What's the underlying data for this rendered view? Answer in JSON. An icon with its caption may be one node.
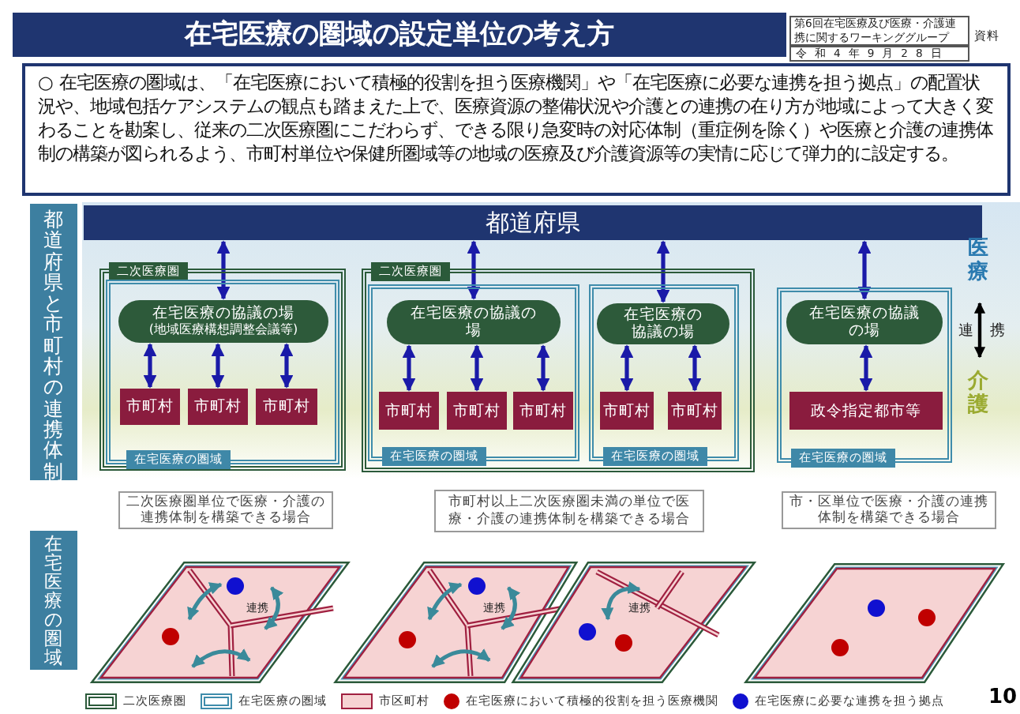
{
  "diagram": {
    "title": "在宅医療の圏域の設定単位の考え方",
    "nodes": [
      {
        "text": [
          "都道府県"
        ]
      },
      {
        "text": [
          "二次医療圏"
        ]
      },
      {
        "text": [
          "在宅医療の圏域"
        ],
        "in": 1
      },
      {
        "text": [
          "在宅医療の協議の場",
          "(地域医療構想調整会議等)"
        ],
        "in": 2
      },
      {
        "text": [
          "市町村"
        ],
        "in": 2
      },
      {
        "text": [
          "市町村"
        ],
        "in": 2
      },
      {
        "text": [
          "市町村"
        ],
        "in": 2
      },
      {
        "text": [
          "二次医療圏"
        ]
      },
      {
        "text": [
          "在宅医療の圏域"
        ],
        "in": 7
      },
      {
        "text": [
          "在宅医療の協議の場"
        ],
        "in": 8
      },
      {
        "text": [
          "市町村"
        ],
        "in": 8
      },
      {
        "text": [
          "市町村"
        ],
        "in": 8
      },
      {
        "text": [
          "市町村"
        ],
        "in": 8
      },
      {
        "text": [
          "在宅医療の圏域"
        ],
        "in": 7
      },
      {
        "text": [
          "在宅医療の協議の場"
        ],
        "in": 13
      },
      {
        "text": [
          "市町村"
        ],
        "in": 13
      },
      {
        "text": [
          "市町村"
        ],
        "in": 13
      },
      {
        "text": [
          "在宅医療の圏域"
        ]
      },
      {
        "text": [
          "在宅医療の協議の場"
        ],
        "in": 17
      },
      {
        "text": [
          "政令指定都市等"
        ],
        "in": 17
      },
      {
        "text": [
          "○ 在宅医療の圏域は、「在宅医療において積極的役割を担う医療機関」や「在宅医療に必要な連携を担う拠点」の配置状況や、地域包括ケアシステムの観点も踏まえた上で、医療資源の整備状況や介護との連携の在り方が地域によって大きく変わることを勘案し、従来の二次医療圏にこだわらず、できる限り急変時の対応体制（重症例を除く）や医療と介護の連携体制の構築が図られるよう、市町村単位や保健所圏域等の地域の医療及び介護資源等の実情に応じて弾力的に設定する。"
        ]
      },
      {
        "text": [
          "二次医療圏単位で医療・介護の連携体制を構築できる場合"
        ]
      },
      {
        "text": [
          "市町村以上二次医療圏未満の単位で医療・介護の連携体制を構築できる場合"
        ]
      },
      {
        "text": [
          "市・区単位で医療・介護の連携体制を構築できる場合"
        ]
      }
    ],
    "edges": [
      {
        "from": 0,
        "to": 3,
        "arrow": "both"
      },
      {
        "from": 0,
        "to": 9,
        "arrow": "both"
      },
      {
        "from": 0,
        "to": 14,
        "arrow": "both"
      },
      {
        "from": 0,
        "to": 18,
        "arrow": "both"
      },
      {
        "from": 3,
        "to": 4,
        "arrow": "both"
      },
      {
        "from": 3,
        "to": 5,
        "arrow": "both"
      },
      {
        "from": 3,
        "to": 6,
        "arrow": "both"
      },
      {
        "from": 9,
        "to": 10,
        "arrow": "both"
      },
      {
        "from": 9,
        "to": 11,
        "arrow": "both"
      },
      {
        "from": 9,
        "to": 12,
        "arrow": "both"
      },
      {
        "from": 14,
        "to": 15,
        "arrow": "both"
      },
      {
        "from": 14,
        "to": 16,
        "arrow": "both"
      },
      {
        "from": 18,
        "to": 19,
        "arrow": "both"
      }
    ],
    "labels": [
      "第6回在宅医療及び医療・介護連携に関するワーキンググループ",
      "令和4年9月28日",
      "資料",
      "都道府県と市町村の連携体制",
      "医療",
      "連携",
      "介護",
      "在宅医療の圏域",
      "連携",
      "連携",
      "連携",
      "10"
    ],
    "legend": [
      {
        "text": "二次医療圏"
      },
      {
        "text": "在宅医療の圏域"
      },
      {
        "text": "市区町村",
        "color": "#f6d3d3"
      },
      {
        "text": "在宅医療において積極的役割を担う医療機関",
        "color": "#c00000"
      },
      {
        "text": "在宅医療に必要な連携を担う拠点",
        "color": "#1010d0"
      }
    ]
  }
}
